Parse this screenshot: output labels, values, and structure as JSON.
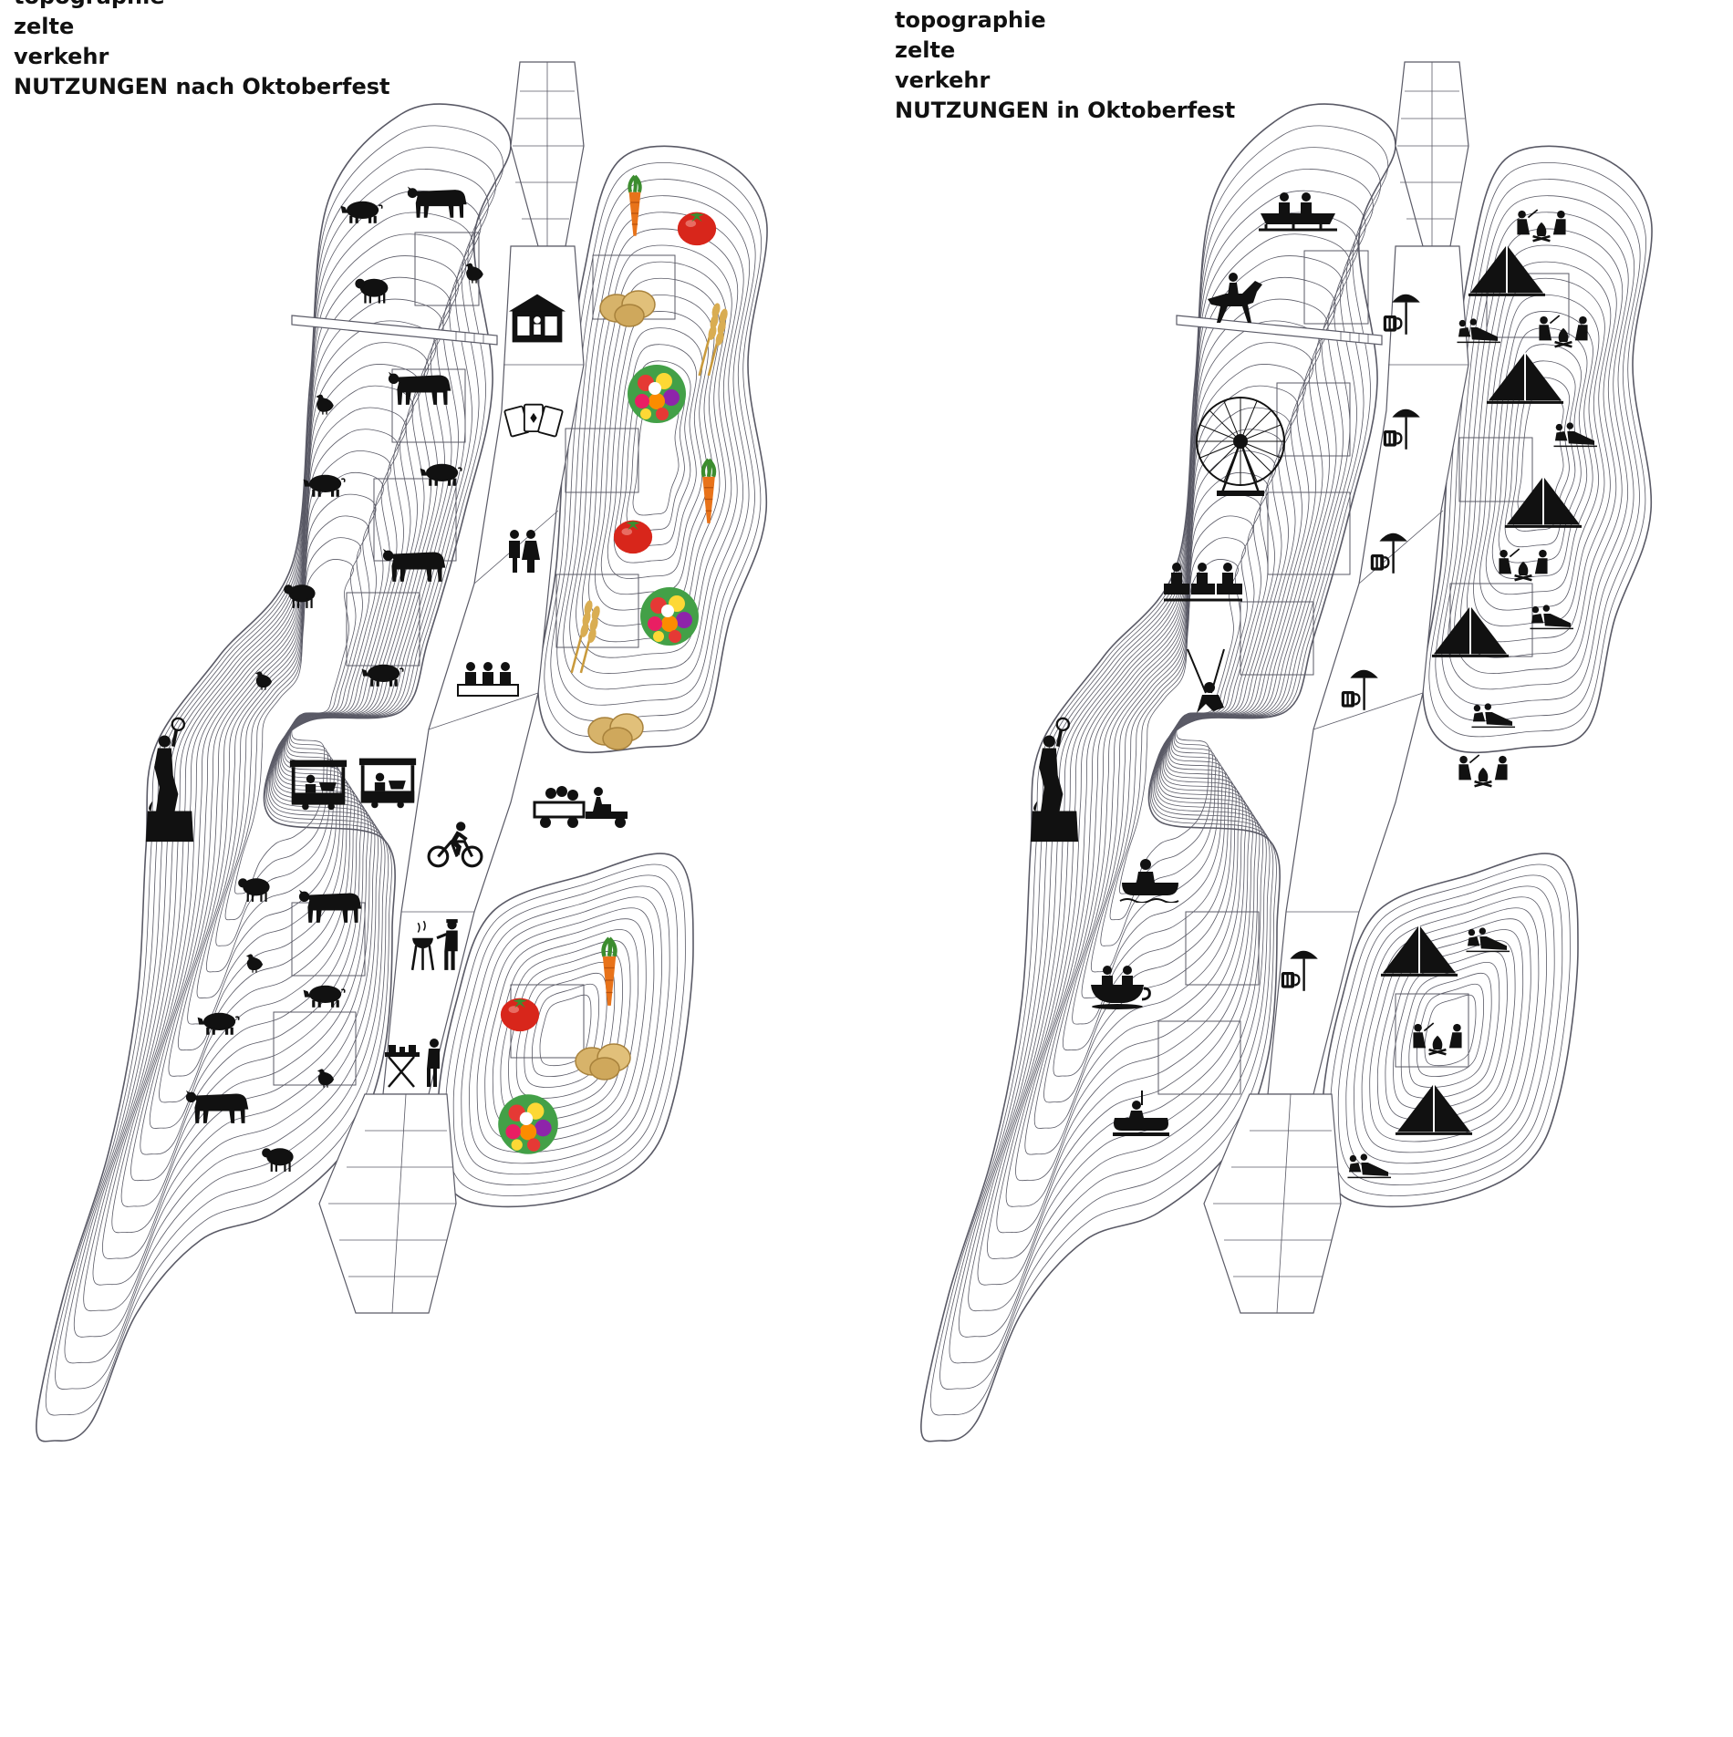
{
  "left_panel": {
    "legend": [
      "topographie",
      "zelte",
      "verkehr",
      "NUTZUNGEN nach Oktoberfest"
    ],
    "uses": [
      "cow-icon",
      "pig-icon",
      "sheep-icon",
      "chicken-icon",
      "carrot-icon",
      "tomato-icon",
      "potato-icon",
      "wheat-icon",
      "flower-bouquet-icon",
      "market-kiosk-icon",
      "playing-cards-icon",
      "couple-icon",
      "bench-people-icon",
      "market-stall-icon",
      "cyclist-icon",
      "delivery-cart-icon",
      "bbq-chef-icon",
      "waiter-table-icon",
      "bavaria-statue-icon"
    ]
  },
  "right_panel": {
    "legend": [
      "topographie",
      "zelte",
      "verkehr",
      "NUTZUNGEN in Oktoberfest"
    ],
    "uses": [
      "roller-coaster-icon",
      "carousel-horse-icon",
      "ferris-wheel-icon",
      "ride-cars-icon",
      "swing-ride-icon",
      "bumper-boat-icon",
      "teacup-ride-icon",
      "bumper-car-icon",
      "umbrella-beer-icon",
      "tent-icon",
      "campfire-people-icon",
      "lying-people-icon",
      "bavaria-statue-icon"
    ]
  },
  "colors": {
    "contour": "#5a5a66",
    "icon": "#111111",
    "carrot": "#e8731a",
    "tomato": "#d8261b",
    "potato": "#d7b36a",
    "wheat": "#c99a3c",
    "flower": [
      "#e53935",
      "#fdd835",
      "#8e24aa",
      "#fb8c00",
      "#43a047"
    ]
  }
}
